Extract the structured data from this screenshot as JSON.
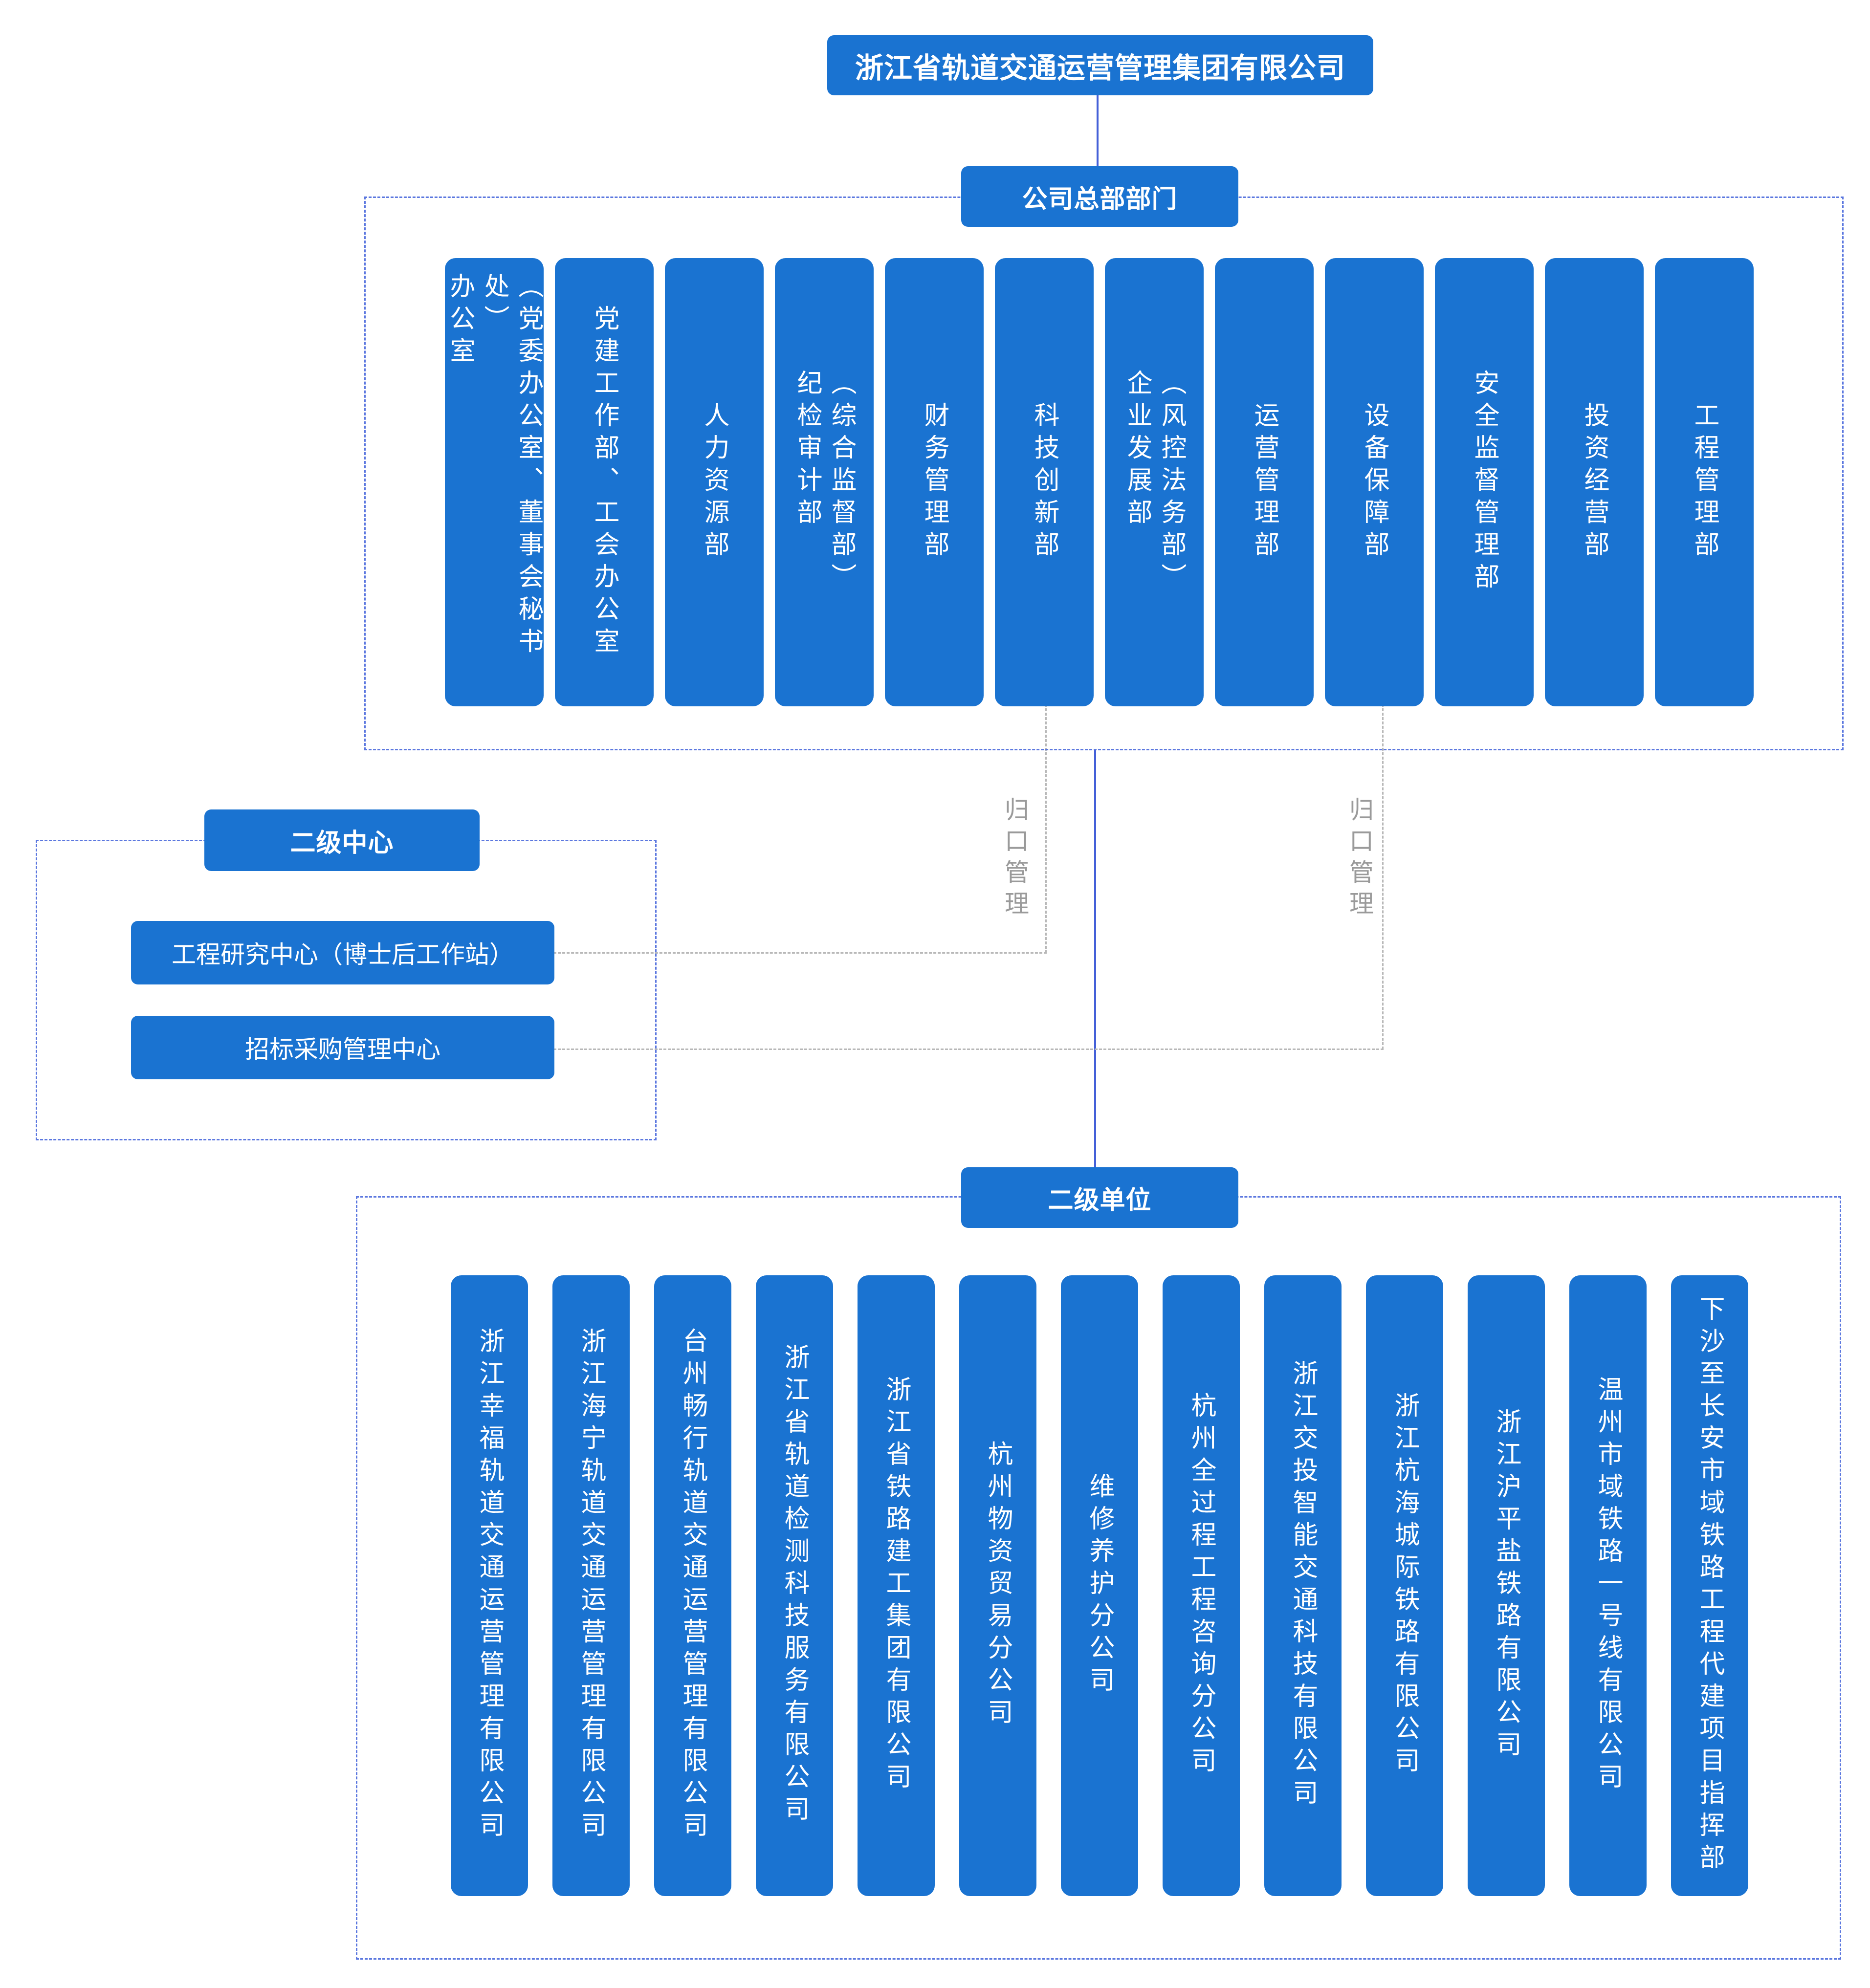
{
  "top_title": "浙江省轨道交通运营管理集团有限公司",
  "hq": {
    "title": "公司总部部门",
    "departments": [
      "（党委办公室、董事会秘书处）\n办公室",
      "党建工作部、工会办公室",
      "人力资源部",
      "（综合监督部）\n纪检审计部",
      "财务管理部",
      "科技创新部",
      "（风控法务部）\n企业发展部",
      "运营管理部",
      "设备保障部",
      "安全监督管理部",
      "投资经营部",
      "工程管理部"
    ]
  },
  "centers": {
    "title": "二级中心",
    "items": [
      "工程研究中心（博士后工作站）",
      "招标采购管理中心"
    ]
  },
  "guikou_label": "归口管理",
  "units": {
    "title": "二级单位",
    "items": [
      "浙江幸福轨道交通运营管理有限公司",
      "浙江海宁轨道交通运营管理有限公司",
      "台州畅行轨道交通运营管理有限公司",
      "浙江省轨道检测科技服务有限公司",
      "浙江省铁路建工集团有限公司",
      "杭州物资贸易分公司",
      "维修养护分公司",
      "杭州全过程工程咨询分公司",
      "浙江交投智能交通科技有限公司",
      "浙江杭海城际铁路有限公司",
      "浙江沪平盐铁路有限公司",
      "温州市域铁路一号线有限公司",
      "下沙至长安市域铁路工程代建项目指挥部"
    ]
  },
  "colors": {
    "box": "#1a73d1",
    "group_border": "#5b77df",
    "main_line": "#4460d8",
    "dashed_connector": "#b8b8b8",
    "guikou_text": "#9a9a9a"
  }
}
